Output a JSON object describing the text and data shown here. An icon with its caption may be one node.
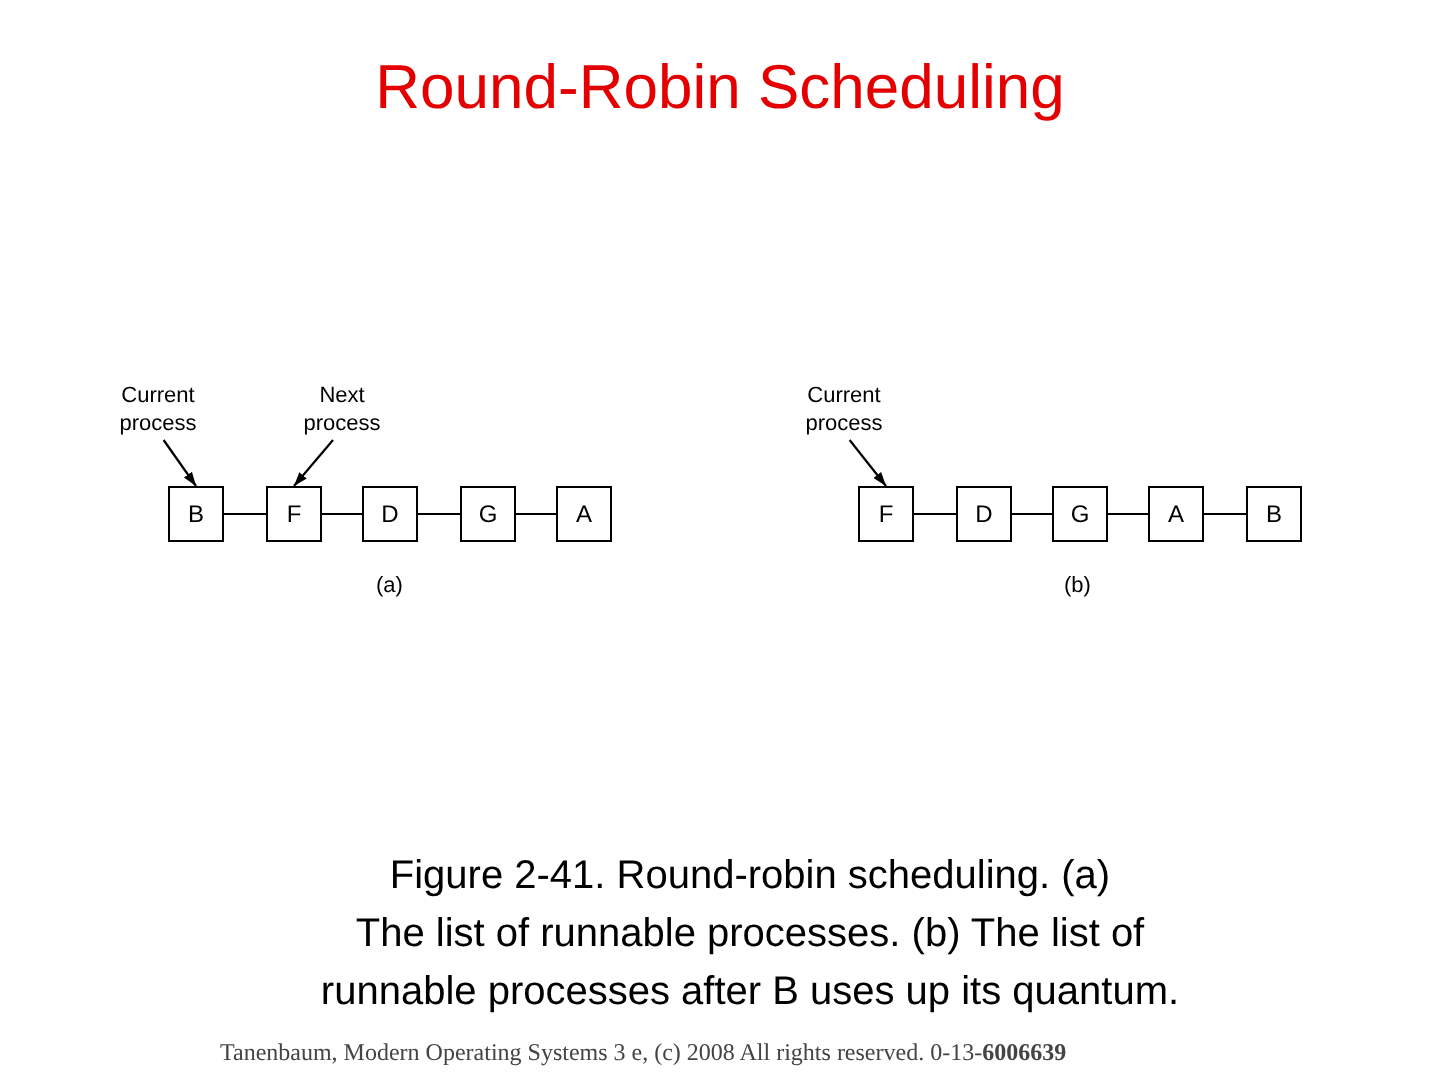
{
  "diagram": {
    "title": "Round-Robin Scheduling",
    "caption": "Figure 2-41. Round-robin scheduling. (a) The list of runnable processes. (b) The list of runnable processes after B uses up its quantum.",
    "nodes": [
      {
        "text": [
          "Current process"
        ]
      },
      {
        "text": [
          "Next process"
        ]
      },
      {
        "text": [
          "B"
        ]
      },
      {
        "text": [
          "F"
        ]
      },
      {
        "text": [
          "D"
        ]
      },
      {
        "text": [
          "G"
        ]
      },
      {
        "text": [
          "A"
        ]
      },
      {
        "text": [
          "Current process"
        ]
      },
      {
        "text": [
          "F"
        ]
      },
      {
        "text": [
          "D"
        ]
      },
      {
        "text": [
          "G"
        ]
      },
      {
        "text": [
          "A"
        ]
      },
      {
        "text": [
          "B"
        ]
      }
    ],
    "edges": [
      {
        "from": 0,
        "to": 2,
        "arrow": "to"
      },
      {
        "from": 1,
        "to": 3,
        "arrow": "to"
      },
      {
        "from": 2,
        "to": 3,
        "arrow": "none"
      },
      {
        "from": 3,
        "to": 4,
        "arrow": "none"
      },
      {
        "from": 4,
        "to": 5,
        "arrow": "none"
      },
      {
        "from": 5,
        "to": 6,
        "arrow": "none"
      },
      {
        "from": 7,
        "to": 8,
        "arrow": "to"
      },
      {
        "from": 8,
        "to": 9,
        "arrow": "none"
      },
      {
        "from": 9,
        "to": 10,
        "arrow": "none"
      },
      {
        "from": 10,
        "to": 11,
        "arrow": "none"
      },
      {
        "from": 11,
        "to": 12,
        "arrow": "none"
      }
    ],
    "labels": [
      "(a)",
      "(b)",
      "Tanenbaum, Modern Operating Systems 3 e, (c) 2008 All rights reserved. 0-13-**6006639**"
    ]
  }
}
